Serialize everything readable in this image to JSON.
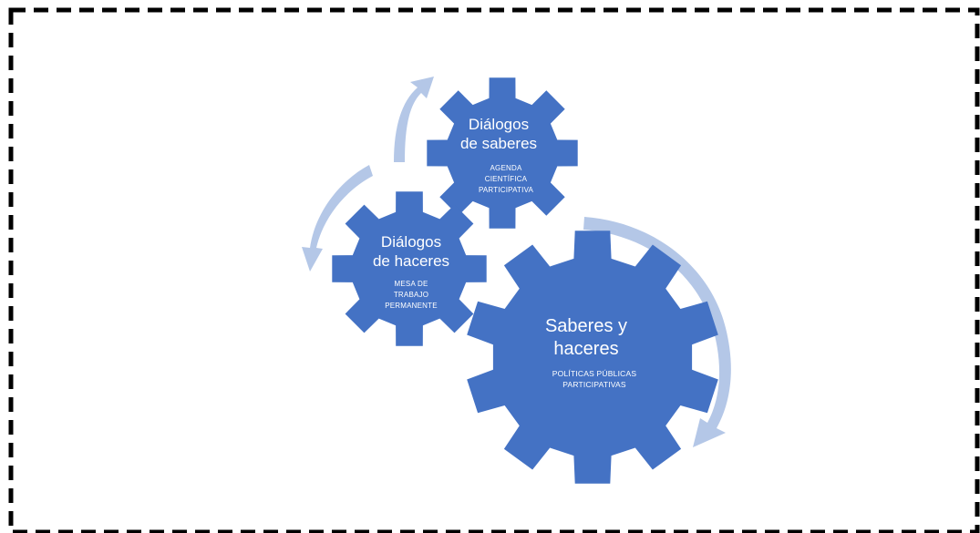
{
  "colors": {
    "gear_fill": "#4472C4",
    "arrow_fill": "#B4C7E7",
    "border": "#000000",
    "text": "#FFFFFF"
  },
  "gears": {
    "saberes": {
      "title_line1": "Diálogos",
      "title_line2": "de saberes",
      "sub_line1": "AGENDA",
      "sub_line2": "CIENTÍFICA",
      "sub_line3": "PARTICIPATIVA"
    },
    "haceres": {
      "title_line1": "Diálogos",
      "title_line2": "de haceres",
      "sub_line1": "MESA DE",
      "sub_line2": "TRABAJO",
      "sub_line3": "PERMANENTE"
    },
    "saberes_haceres": {
      "title_line1": "Saberes y",
      "title_line2": "haceres",
      "sub_line1": "POLÍTICAS PÚBLICAS",
      "sub_line2": "PARTICIPATIVAS"
    }
  },
  "arrows": [
    {
      "name": "arrow-top-up",
      "icon": "curved-arrow-icon"
    },
    {
      "name": "arrow-left-down",
      "icon": "curved-arrow-icon"
    },
    {
      "name": "arrow-right-down",
      "icon": "curved-arrow-icon"
    }
  ]
}
